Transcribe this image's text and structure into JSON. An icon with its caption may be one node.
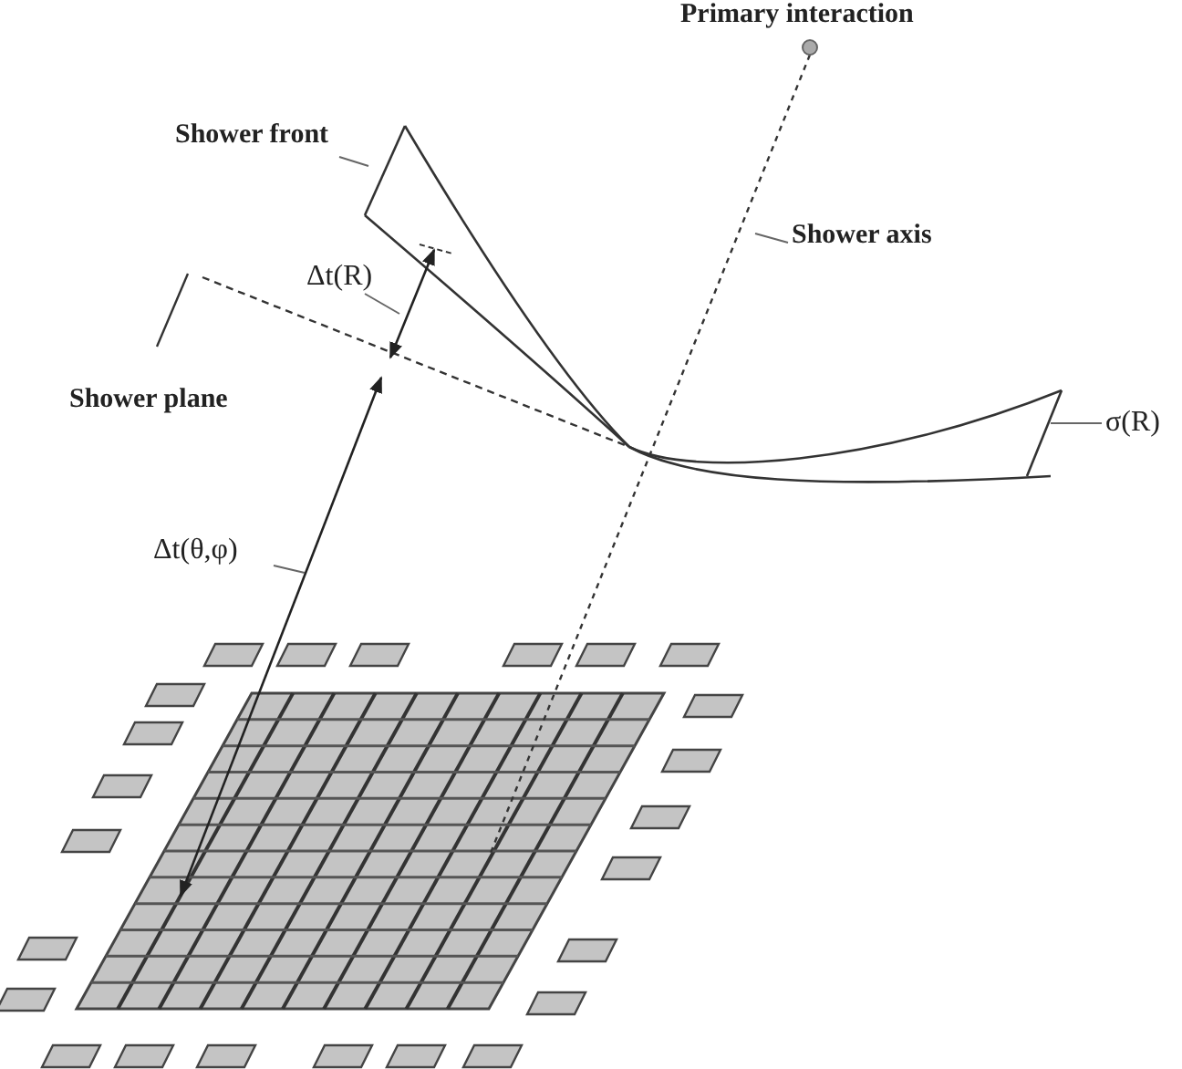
{
  "diagram": {
    "nodes": [
      {
        "text": [
          "Shower front"
        ]
      },
      {
        "text": [
          "Shower axis"
        ]
      },
      {
        "text": [
          "Δt(R)"
        ]
      },
      {
        "text": [
          "σ(R)"
        ]
      },
      {
        "text": [
          "Δt(θ,φ)"
        ]
      }
    ],
    "edges": [
      {
        "from": 0,
        "to": null,
        "arrow": "none"
      },
      {
        "from": 1,
        "to": null,
        "arrow": "none"
      },
      {
        "from": 2,
        "to": null,
        "arrow": "none"
      },
      {
        "from": 3,
        "to": null,
        "arrow": "none"
      },
      {
        "from": 4,
        "to": null,
        "arrow": "none"
      }
    ],
    "labels": [
      "Primary interaction",
      "Shower plane"
    ]
  }
}
